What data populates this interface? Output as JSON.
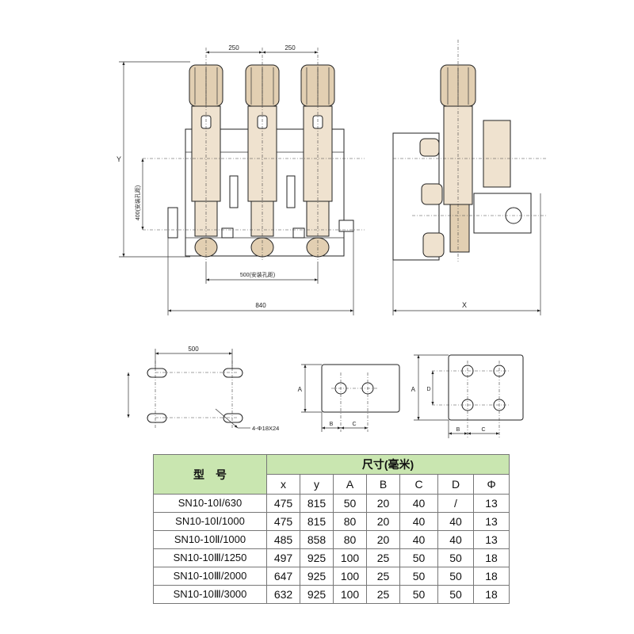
{
  "dimensions": {
    "pole_spacing_left": "250",
    "pole_spacing_right": "250",
    "mount_hole_span": "500(安装孔距)",
    "mount_hole_height": "400(安装孔距)",
    "overall_height": "Y",
    "overall_width": "840",
    "side_depth": "X",
    "foot_hole_span": "500",
    "foot_hole_spec": "4-Φ18X24",
    "terminal_A": "A",
    "terminal_B": "B",
    "terminal_C": "C",
    "terminal_D": "D"
  },
  "table": {
    "model_header": "型　号",
    "size_header": "尺寸(毫米)",
    "columns": [
      "x",
      "y",
      "A",
      "B",
      "C",
      "D",
      "Φ"
    ],
    "rows": [
      {
        "model": "SN10-10Ⅰ/630",
        "values": [
          "475",
          "815",
          "50",
          "20",
          "40",
          "/",
          "13"
        ]
      },
      {
        "model": "SN10-10Ⅰ/1000",
        "values": [
          "475",
          "815",
          "80",
          "20",
          "40",
          "40",
          "13"
        ]
      },
      {
        "model": "SN10-10Ⅱ/1000",
        "values": [
          "485",
          "858",
          "80",
          "20",
          "40",
          "40",
          "13"
        ]
      },
      {
        "model": "SN10-10Ⅲ/1250",
        "values": [
          "497",
          "925",
          "100",
          "25",
          "50",
          "50",
          "18"
        ]
      },
      {
        "model": "SN10-10Ⅲ/2000",
        "values": [
          "647",
          "925",
          "100",
          "25",
          "50",
          "50",
          "18"
        ]
      },
      {
        "model": "SN10-10Ⅲ/3000",
        "values": [
          "632",
          "925",
          "100",
          "25",
          "50",
          "50",
          "18"
        ]
      }
    ]
  }
}
